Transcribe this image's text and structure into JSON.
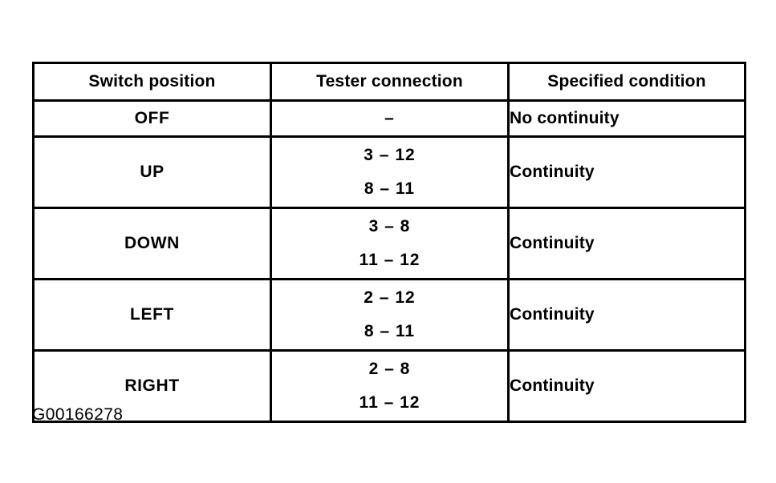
{
  "figure": {
    "caption": "G00166278",
    "background_color": "#ffffff",
    "ink_color": "#000000"
  },
  "table": {
    "name": "switch-continuity-table",
    "columns": [
      {
        "key": "switch_position",
        "header": "Switch position"
      },
      {
        "key": "tester_connection",
        "header": "Tester connection"
      },
      {
        "key": "specified_condition",
        "header": "Specified condition"
      }
    ],
    "rows": [
      {
        "switch_position": "OFF",
        "tester_connection": [
          "–"
        ],
        "specified_condition": "No continuity"
      },
      {
        "switch_position": "UP",
        "tester_connection": [
          "3 – 12",
          "8 – 11"
        ],
        "specified_condition": "Continuity"
      },
      {
        "switch_position": "DOWN",
        "tester_connection": [
          "3 – 8",
          "11 – 12"
        ],
        "specified_condition": "Continuity"
      },
      {
        "switch_position": "LEFT",
        "tester_connection": [
          "2 – 12",
          "8 – 11"
        ],
        "specified_condition": "Continuity"
      },
      {
        "switch_position": "RIGHT",
        "tester_connection": [
          "2 – 8",
          "11 – 12"
        ],
        "specified_condition": "Continuity"
      }
    ]
  }
}
